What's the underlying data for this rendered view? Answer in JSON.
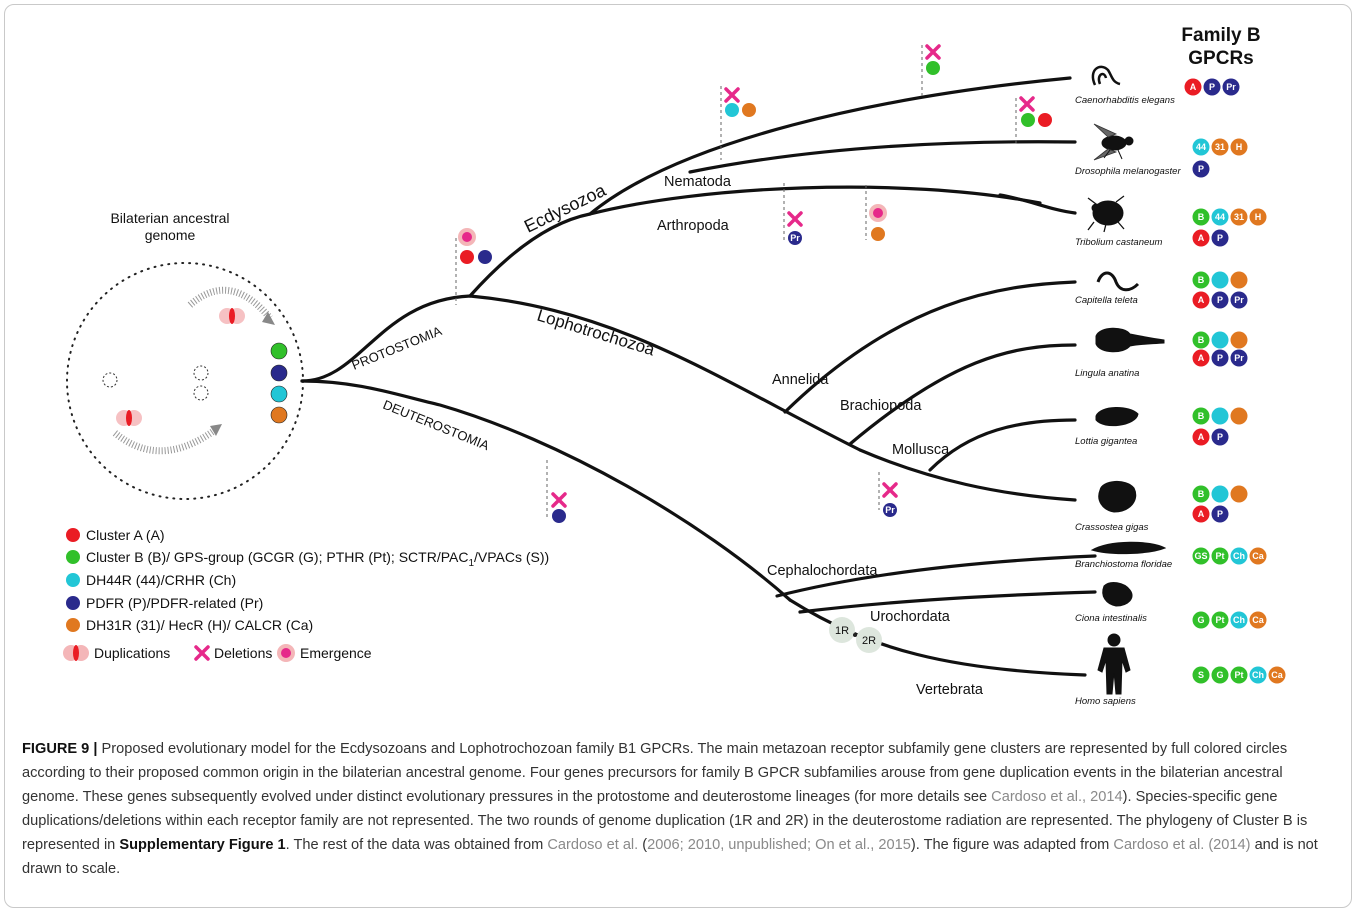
{
  "colors": {
    "red": "#ea1c24",
    "green": "#31c02a",
    "cyan": "#22c6d6",
    "navy": "#2a2a8c",
    "orange": "#e07820",
    "magenta": "#e6298a",
    "pink_glow": "#f4b6b8"
  },
  "diagram": {
    "ancestral_label_line1": "Bilaterian ancestral",
    "ancestral_label_line2": "genome",
    "header_line1": "Family B",
    "header_line2": "GPCRs",
    "clades": {
      "protostomia": "PROTOSTOMIA",
      "deuterostomia": "DEUTEROSTOMIA",
      "ecdysozoa": "Ecdysozoa",
      "lophotrochozoa": "Lophotrochozoa",
      "nematoda": "Nematoda",
      "arthropoda": "Arthropoda",
      "annelida": "Annelida",
      "brachiopoda": "Brachiopoda",
      "mollusca": "Mollusca",
      "cephalochordata": "Cephalochordata",
      "urochordata": "Urochordata",
      "vertebrata": "Vertebrata"
    },
    "events": {
      "r1": "1R",
      "r2": "2R",
      "pr_label": "Pr"
    },
    "species": [
      {
        "name": "Caenorhabditis elegans",
        "icon": "worm-icon",
        "badges_row1": [
          {
            "t": "A",
            "c": "red"
          },
          {
            "t": "P",
            "c": "navy"
          },
          {
            "t": "Pr",
            "c": "navy"
          }
        ],
        "badges_row2": []
      },
      {
        "name": "Drosophila melanogaster",
        "icon": "fly-icon",
        "badges_row1": [
          {
            "t": "44",
            "c": "cyan"
          },
          {
            "t": "31",
            "c": "orange"
          },
          {
            "t": "H",
            "c": "orange"
          }
        ],
        "badges_row2": [
          {
            "t": "P",
            "c": "navy"
          }
        ]
      },
      {
        "name": "Tribolium castaneum",
        "icon": "beetle-icon",
        "badges_row1": [
          {
            "t": "B",
            "c": "green"
          },
          {
            "t": "44",
            "c": "cyan"
          },
          {
            "t": "31",
            "c": "orange"
          },
          {
            "t": "H",
            "c": "orange"
          }
        ],
        "badges_row2": [
          {
            "t": "A",
            "c": "red"
          },
          {
            "t": "P",
            "c": "navy"
          }
        ]
      },
      {
        "name": "Capitella teleta",
        "icon": "annelid-icon",
        "badges_row1": [
          {
            "t": "B",
            "c": "green"
          },
          {
            "t": "",
            "c": "cyan"
          },
          {
            "t": "",
            "c": "orange"
          }
        ],
        "badges_row2": [
          {
            "t": "A",
            "c": "red"
          },
          {
            "t": "P",
            "c": "navy"
          },
          {
            "t": "Pr",
            "c": "navy"
          }
        ]
      },
      {
        "name": "Lingula anatina",
        "icon": "brachiopod-icon",
        "badges_row1": [
          {
            "t": "B",
            "c": "green"
          },
          {
            "t": "",
            "c": "cyan"
          },
          {
            "t": "",
            "c": "orange"
          }
        ],
        "badges_row2": [
          {
            "t": "A",
            "c": "red"
          },
          {
            "t": "P",
            "c": "navy"
          },
          {
            "t": "Pr",
            "c": "navy"
          }
        ]
      },
      {
        "name": "Lottia gigantea",
        "icon": "limpet-icon",
        "badges_row1": [
          {
            "t": "B",
            "c": "green"
          },
          {
            "t": "",
            "c": "cyan"
          },
          {
            "t": "",
            "c": "orange"
          }
        ],
        "badges_row2": [
          {
            "t": "A",
            "c": "red"
          },
          {
            "t": "P",
            "c": "navy"
          }
        ]
      },
      {
        "name": "Crassostea gigas",
        "icon": "oyster-icon",
        "badges_row1": [
          {
            "t": "B",
            "c": "green"
          },
          {
            "t": "",
            "c": "cyan"
          },
          {
            "t": "",
            "c": "orange"
          }
        ],
        "badges_row2": [
          {
            "t": "A",
            "c": "red"
          },
          {
            "t": "P",
            "c": "navy"
          }
        ]
      },
      {
        "name": "Branchiostoma floridae",
        "icon": "lancelet-icon",
        "badges_row1": [
          {
            "t": "GS",
            "c": "green"
          },
          {
            "t": "Pt",
            "c": "green"
          },
          {
            "t": "Ch",
            "c": "cyan"
          },
          {
            "t": "Ca",
            "c": "orange"
          }
        ],
        "badges_row2": []
      },
      {
        "name": "Ciona intestinalis",
        "icon": "tunicate-icon",
        "badges_row1": [
          {
            "t": "G",
            "c": "green"
          },
          {
            "t": "Pt",
            "c": "green"
          },
          {
            "t": "Ch",
            "c": "cyan"
          },
          {
            "t": "Ca",
            "c": "orange"
          }
        ],
        "badges_row2": []
      },
      {
        "name": "Homo sapiens",
        "icon": "human-icon",
        "badges_row1": [
          {
            "t": "S",
            "c": "green"
          },
          {
            "t": "G",
            "c": "green"
          },
          {
            "t": "Pt",
            "c": "green"
          },
          {
            "t": "Ch",
            "c": "cyan"
          },
          {
            "t": "Ca",
            "c": "orange"
          }
        ],
        "badges_row2": []
      }
    ],
    "legend": {
      "cluster_a": "Cluster A (A)",
      "cluster_b": "Cluster B (B)/ GPS-group (GCGR (G); PTHR (Pt); SCTR/PAC",
      "cluster_b_sub": "1",
      "cluster_b_end": "/VPACs (S))",
      "dh44r": "DH44R (44)/CRHR (Ch)",
      "pdfr": "PDFR (P)/PDFR-related (Pr)",
      "dh31r": "DH31R (31)/ HecR (H)/ CALCR (Ca)",
      "duplications": "Duplications",
      "deletions": "Deletions",
      "emergence": "Emergence"
    }
  },
  "caption": {
    "figure_label": "FIGURE 9 |",
    "part1": " Proposed evolutionary model for the Ecdysozoans and Lophotrochozoan family B1 GPCRs. The main metazoan receptor subfamily gene clusters are represented by full colored circles according to their proposed common origin in the bilaterian ancestral genome. Four genes precursors for family B GPCR subfamilies arouse from gene duplication events in the bilaterian ancestral genome. These genes subsequently evolved under distinct evolutionary pressures in the protostome and deuterostome lineages (for more details see ",
    "ref1": "Cardoso et al., 2014",
    "part2": "). Species-specific gene duplications/deletions within each receptor family are not represented. The two rounds of genome duplication (1R and 2R) in the deuterostome radiation are represented. The phylogeny of Cluster B is represented in ",
    "supp": "Supplementary Figure 1",
    "part3": ". The rest of the data was obtained from ",
    "ref2": "Cardoso et al.",
    "part4": " (",
    "ref3": "2006; 2010, unpublished; On et al., 2015",
    "part5": "). The figure was adapted from ",
    "ref4": "Cardoso et al. (2014)",
    "part6": " and is not drawn to scale."
  }
}
